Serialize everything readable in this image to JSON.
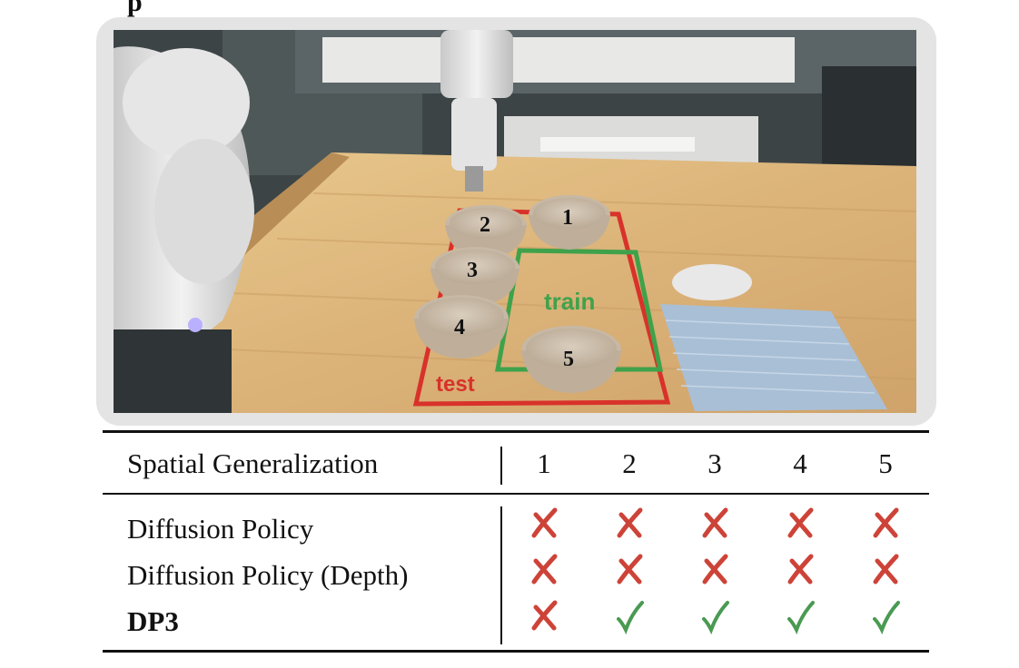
{
  "heading_fragment": "p",
  "photo": {
    "bowl_labels": [
      "1",
      "2",
      "3",
      "4",
      "5"
    ],
    "train_label": "train",
    "test_label": "test",
    "colors": {
      "train": "#3fa24b",
      "test": "#d8322a"
    }
  },
  "table": {
    "header": {
      "label": "Spatial Generalization",
      "columns": [
        "1",
        "2",
        "3",
        "4",
        "5"
      ]
    },
    "rows": [
      {
        "label": "Diffusion Policy",
        "results": [
          "fail",
          "fail",
          "fail",
          "fail",
          "fail"
        ]
      },
      {
        "label": "Diffusion Policy (Depth)",
        "results": [
          "fail",
          "fail",
          "fail",
          "fail",
          "fail"
        ]
      },
      {
        "label": "DP3",
        "results": [
          "fail",
          "success",
          "success",
          "success",
          "success"
        ]
      }
    ],
    "colors": {
      "fail": "#cd4338",
      "success": "#4a9a52"
    }
  }
}
